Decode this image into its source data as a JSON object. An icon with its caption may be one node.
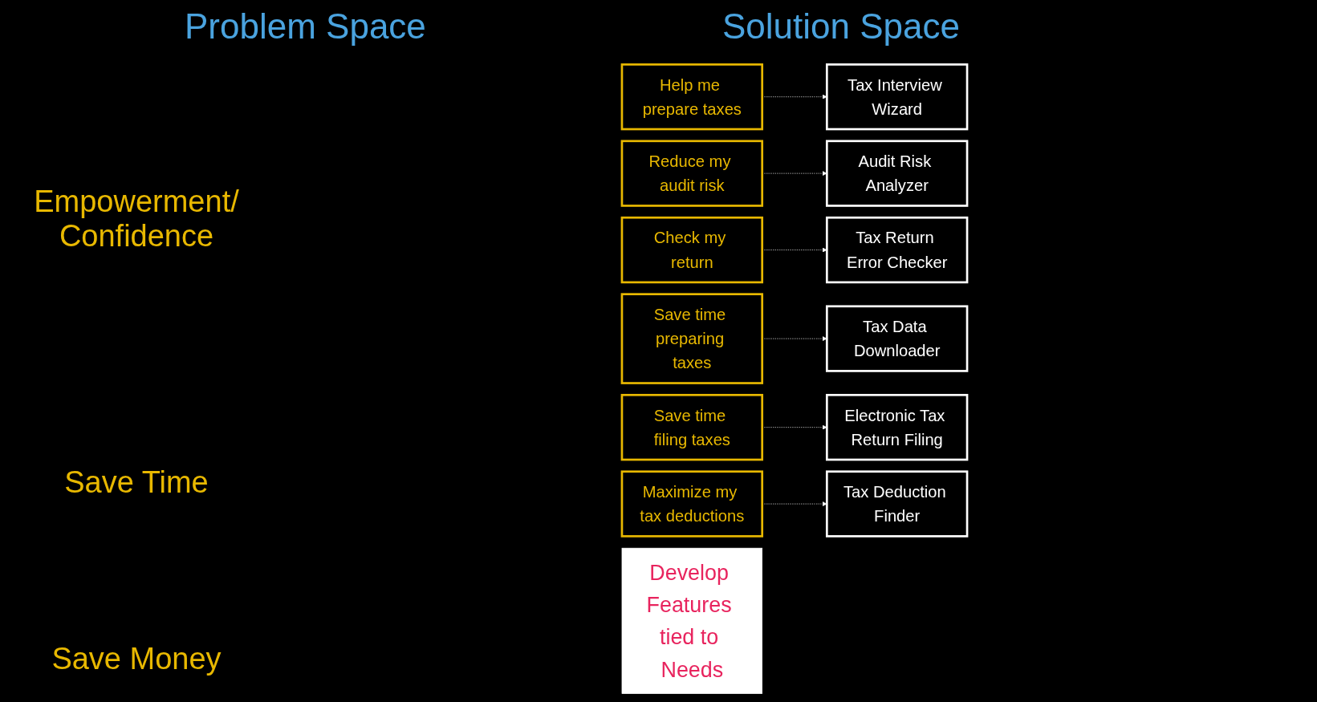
{
  "diagram": {
    "nodes": [
      {
        "text": [
          "Help me prepare taxes"
        ]
      },
      {
        "text": [
          "Tax Interview Wizard"
        ]
      },
      {
        "text": [
          "Reduce my audit risk"
        ]
      },
      {
        "text": [
          "Audit Risk Analyzer"
        ]
      },
      {
        "text": [
          "Check my return"
        ]
      },
      {
        "text": [
          "Tax Return Error Checker"
        ]
      },
      {
        "text": [
          "Save time preparing taxes"
        ]
      },
      {
        "text": [
          "Tax Data Downloader"
        ]
      },
      {
        "text": [
          "Save time filing taxes"
        ]
      },
      {
        "text": [
          "Electronic Tax Return Filing"
        ]
      },
      {
        "text": [
          "Maximize my tax deductions"
        ]
      },
      {
        "text": [
          "Tax Deduction Finder"
        ]
      },
      {
        "text": [
          "Develop Features tied to Needs"
        ]
      }
    ],
    "edges": [
      {
        "from": 0,
        "to": 1,
        "arrow": "to",
        "style": "dashed"
      },
      {
        "from": 2,
        "to": 3,
        "arrow": "to",
        "style": "dashed"
      },
      {
        "from": 4,
        "to": 5,
        "arrow": "to",
        "style": "dashed"
      },
      {
        "from": 6,
        "to": 7,
        "arrow": "to",
        "style": "dashed"
      },
      {
        "from": 8,
        "to": 9,
        "arrow": "to",
        "style": "dashed"
      },
      {
        "from": 10,
        "to": 11,
        "arrow": "to",
        "style": "dashed"
      }
    ],
    "labels": [
      "Problem Space",
      "Solution Space",
      "Empowerment/ Confidence",
      "Save Time",
      "Save Money"
    ]
  }
}
